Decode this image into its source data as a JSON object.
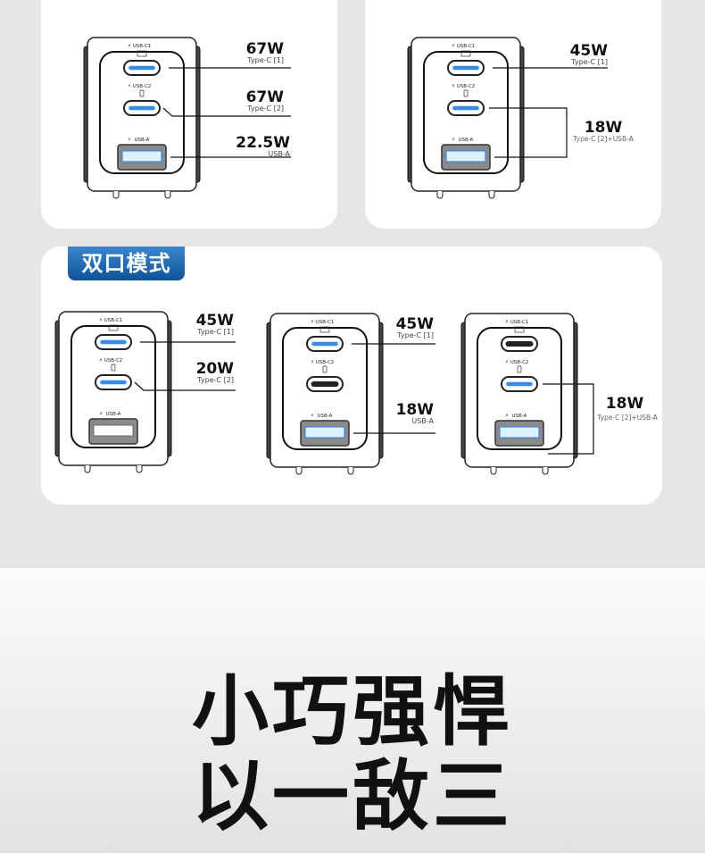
{
  "panels": [
    {
      "chargers": [
        {
          "lit": [
            true,
            true,
            true
          ],
          "port_labels": [
            "USB-C1",
            "USB-C2",
            "USB-A"
          ],
          "outputs": [
            {
              "watt": "67W",
              "port": "Type-C [1]"
            },
            {
              "watt": "67W",
              "port": "Type-C [2]"
            },
            {
              "watt": "22.5W",
              "port": "USB-A"
            }
          ]
        }
      ]
    },
    {
      "chargers": [
        {
          "lit": [
            true,
            true,
            true
          ],
          "port_labels": [
            "USB-C1",
            "USB-C2",
            "USB-A"
          ],
          "outputs": [
            {
              "watt": "45W",
              "port": "Type-C [1]"
            },
            {
              "watt": "18W",
              "port": "Type-C [2]+USB-A"
            }
          ]
        }
      ]
    },
    {
      "badge": "双口模式",
      "chargers": [
        {
          "lit": [
            true,
            true,
            false
          ],
          "port_labels": [
            "USB-C1",
            "USB-C2",
            "USB-A"
          ],
          "outputs": [
            {
              "watt": "45W",
              "port": "Type-C [1]"
            },
            {
              "watt": "20W",
              "port": "Type-C [2]"
            }
          ]
        },
        {
          "lit": [
            true,
            false,
            true
          ],
          "port_labels": [
            "USB-C1",
            "USB-C2",
            "USB-A"
          ],
          "outputs": [
            {
              "watt": "45W",
              "port": "Type-C [1]"
            },
            {
              "watt": "18W",
              "port": "USB-A"
            }
          ]
        },
        {
          "lit": [
            false,
            true,
            true
          ],
          "port_labels": [
            "USB-C1",
            "USB-C2",
            "USB-A"
          ],
          "outputs": [
            {
              "watt": "18W",
              "port": "Type-C [2]+USB-A"
            }
          ]
        }
      ]
    }
  ],
  "headline": {
    "line1": "小巧强悍",
    "line2": "以一敌三"
  },
  "colors": {
    "accent": "#0f5b9e",
    "port_glow": "#3a8be0"
  }
}
